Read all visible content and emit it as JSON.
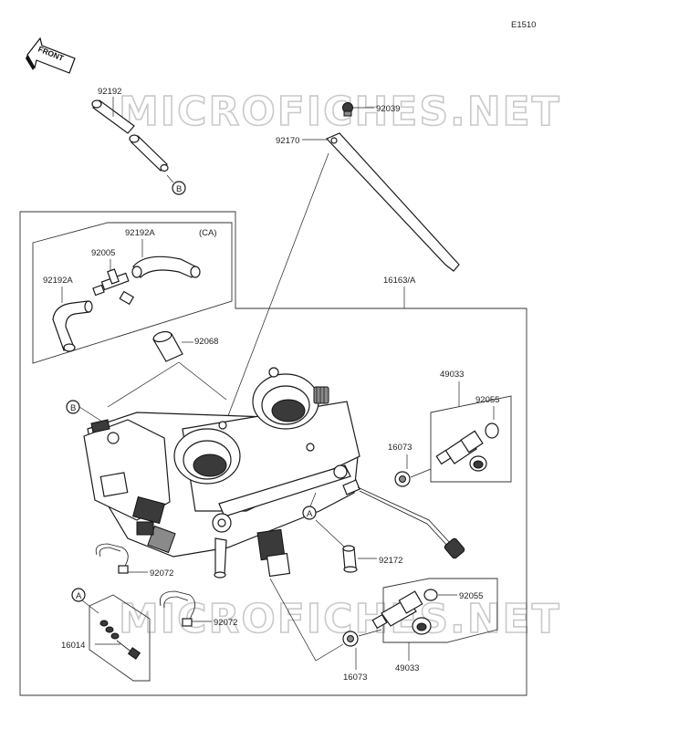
{
  "diagram_code": "E1510",
  "front_label": "FRONT",
  "watermark": "MICROFICHES.NET",
  "callouts": {
    "ref_b_top": "B",
    "ref_b_left": "B",
    "ref_a_mid": "A",
    "ref_a_left": "A"
  },
  "part_labels": {
    "p92192": "92192",
    "p92039": "92039",
    "p92170": "92170",
    "p92192a_top": "92192A",
    "ca_note": "(CA)",
    "p92005": "92005",
    "p92192a_left": "92192A",
    "p92068": "92068",
    "p16163a": "16163/A",
    "p49033_top": "49033",
    "p92055_top": "92055",
    "p16073_top": "16073",
    "p92072_left": "92072",
    "p92172": "92172",
    "p92055_bottom": "92055",
    "p92072_bottom": "92072",
    "p16014": "16014",
    "p16073_bottom": "16073",
    "p49033_bottom": "49033"
  }
}
